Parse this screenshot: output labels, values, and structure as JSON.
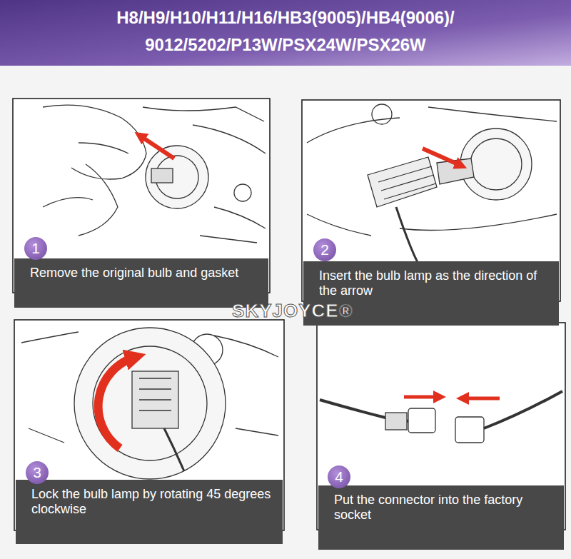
{
  "diagram": {
    "title": "H8/H9/H10/H11/H16/HB3(9005)/HB4(9006)/ 9012/5202/P13W/PSX24W/PSX26W",
    "nodes": [
      {
        "text": [
          "Remove the original bulb and gasket"
        ]
      },
      {
        "text": [
          "1"
        ],
        "in": 0
      },
      {
        "text": [
          "Insert the bulb lamp as the direction of the arrow"
        ]
      },
      {
        "text": [
          "2"
        ],
        "in": 2
      },
      {
        "text": [
          "Lock the bulb lamp by rotating 45 degrees clockwise"
        ]
      },
      {
        "text": [
          "3"
        ],
        "in": 4
      },
      {
        "text": [
          "Put the connector into the factory socket"
        ]
      },
      {
        "text": [
          "4"
        ],
        "in": 6
      }
    ],
    "labels": [
      "SKYJOYCE®"
    ]
  }
}
